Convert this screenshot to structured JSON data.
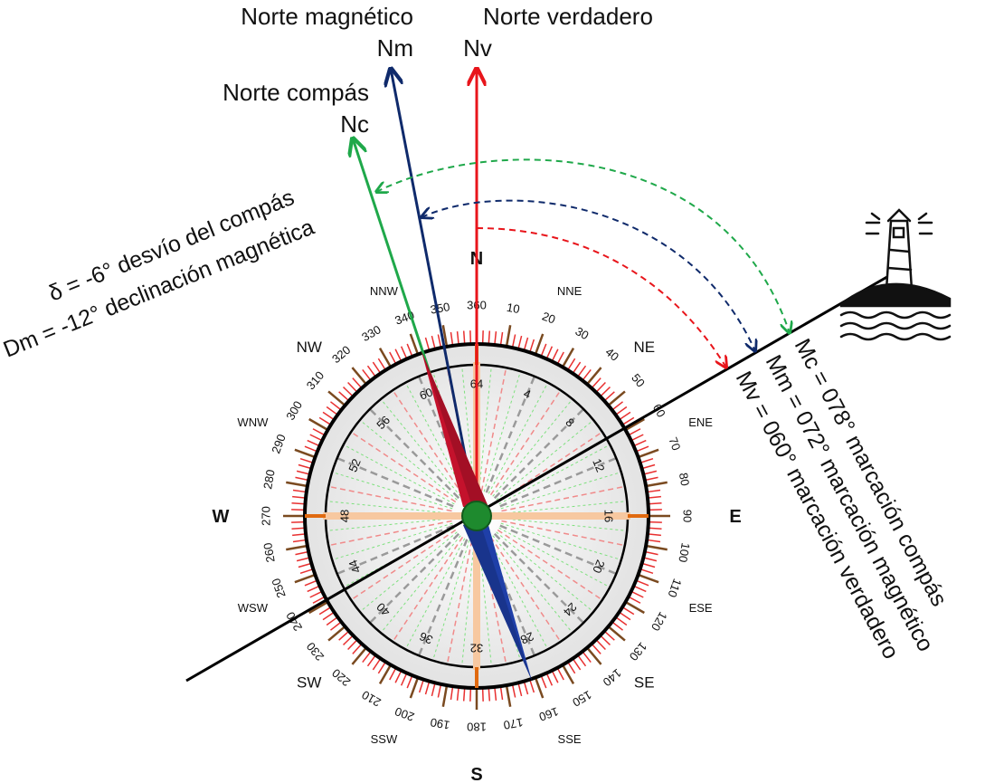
{
  "north": {
    "true_label": "Norte verdadero",
    "true_abbr": "Nv",
    "magnetic_label": "Norte magnético",
    "magnetic_abbr": "Nm",
    "compass_label": "Norte compás",
    "compass_abbr": "Nc"
  },
  "left_notes": {
    "deviation": "δ = -6° desvío del compás",
    "declination": "Dm = -12° declinación magnética"
  },
  "right_notes": {
    "compass_bearing": "Mc = 078° marcación compás",
    "magnetic_bearing": "Mm = 072° marcación magnético",
    "true_bearing": "Mv = 060° marcación verdadero"
  },
  "cardinals": {
    "n": "N",
    "s": "S",
    "e": "E",
    "w": "W"
  },
  "points": [
    {
      "t": "NNE",
      "a": 22.5
    },
    {
      "t": "NE",
      "a": 45
    },
    {
      "t": "ENE",
      "a": 67.5
    },
    {
      "t": "ESE",
      "a": 112.5
    },
    {
      "t": "SE",
      "a": 135
    },
    {
      "t": "SSE",
      "a": 157.5
    },
    {
      "t": "SSW",
      "a": 202.5
    },
    {
      "t": "SW",
      "a": 225
    },
    {
      "t": "WSW",
      "a": 247.5
    },
    {
      "t": "WNW",
      "a": 292.5
    },
    {
      "t": "NW",
      "a": 315
    },
    {
      "t": "NNW",
      "a": 337.5
    }
  ],
  "degree_labels": [
    "360",
    "10",
    "20",
    "30",
    "40",
    "50",
    "60",
    "70",
    "80",
    "90",
    "100",
    "110",
    "120",
    "130",
    "140",
    "150",
    "160",
    "170",
    "180",
    "190",
    "200",
    "210",
    "220",
    "230",
    "240",
    "250",
    "260",
    "270",
    "280",
    "290",
    "300",
    "310",
    "320",
    "330",
    "340",
    "350"
  ],
  "inner_labels": [
    "64",
    "4",
    "8",
    "12",
    "16",
    "20",
    "24",
    "28",
    "32",
    "36",
    "40",
    "44",
    "48",
    "52",
    "56",
    "60"
  ],
  "colors": {
    "true_north": "#e8151b",
    "magnetic_north": "#0f2a6b",
    "compass_north": "#1fa84a",
    "needle_north": "#c4122c",
    "needle_south": "#1f3fa8",
    "hub": "#1e8a2e"
  },
  "icons": {
    "landmark": "lighthouse-icon"
  }
}
